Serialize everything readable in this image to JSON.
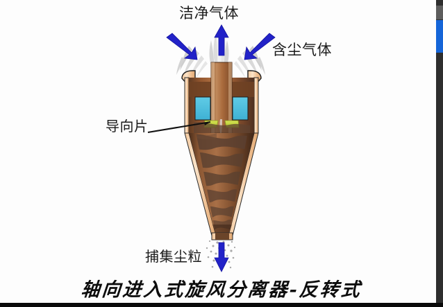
{
  "diagram": {
    "caption": "轴向进入式旋风分离器-反转式",
    "labels": {
      "clean_gas": "洁净气体",
      "dusty_gas": "含尘气体",
      "guide_vane": "导向片",
      "captured_dust": "捕集尘粒"
    },
    "icons": {
      "clean_gas_arrow": "arrow-up-icon",
      "dusty_gas_arrow_left": "arrow-down-right-icon",
      "dusty_gas_arrow_right": "arrow-down-left-icon",
      "captured_dust_arrow": "arrow-down-icon",
      "leader_line": "leader-line-icon"
    },
    "colors": {
      "arrow_blue": "#2222c8",
      "vessel_wall": "#f7d6b0",
      "vessel_copper": "#a9643c",
      "vessel_copper_dark": "#6b3d22",
      "inner_tube": "#b5713f",
      "annulus_cyan": "#4cbede",
      "guide_vane_green": "#c6d73f",
      "cone_swirl": "#5a4030",
      "mist_gray": "#c9c9c9",
      "caption_black": "#0d0d0d",
      "scrollbar_thumb": "#1565d8",
      "scrollbar_track": "#2e2e2e",
      "background": "#fdfdfd"
    }
  },
  "scrollbar": {
    "orientation": "vertical",
    "position": "right"
  }
}
